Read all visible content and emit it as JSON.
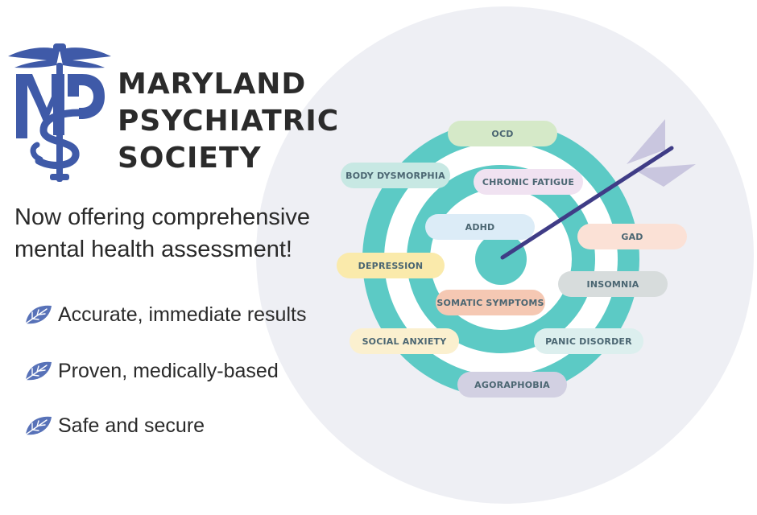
{
  "logo": {
    "lines": [
      "MARYLAND",
      "PSYCHIATRIC",
      "SOCIETY"
    ],
    "brand_color": "#3f5aa8",
    "text_color": "#2b2b2b"
  },
  "headline": [
    "Now offering comprehensive",
    "mental health assessment!"
  ],
  "features": [
    {
      "icon": "leaf-icon",
      "text": "Accurate, immediate results"
    },
    {
      "icon": "leaf-icon",
      "text": "Proven, medically-based"
    },
    {
      "icon": "leaf-icon",
      "text": "Safe and secure"
    }
  ],
  "conditions": [
    {
      "label": "OCD",
      "color": "#d5e9c8"
    },
    {
      "label": "BODY DYSMORPHIA",
      "color": "#c7e8e3"
    },
    {
      "label": "CHRONIC FATIGUE",
      "color": "#f0e2f1"
    },
    {
      "label": "ADHD",
      "color": "#dcecf7"
    },
    {
      "label": "GAD",
      "color": "#fbe1d6"
    },
    {
      "label": "DEPRESSION",
      "color": "#faeaab"
    },
    {
      "label": "INSOMNIA",
      "color": "#d7dcdc"
    },
    {
      "label": "SOMATIC SYMPTOMS",
      "color": "#f5c8b3"
    },
    {
      "label": "SOCIAL ANXIETY",
      "color": "#fbf0cf"
    },
    {
      "label": "PANIC DISORDER",
      "color": "#dcefee"
    },
    {
      "label": "AGORAPHOBIA",
      "color": "#d2d0e2"
    }
  ],
  "colors": {
    "target_ring": "#5ccac5",
    "arrow_shaft": "#3f3c86",
    "arrow_fletching": "#c9c6df",
    "background_circle": "#eeeff4"
  }
}
